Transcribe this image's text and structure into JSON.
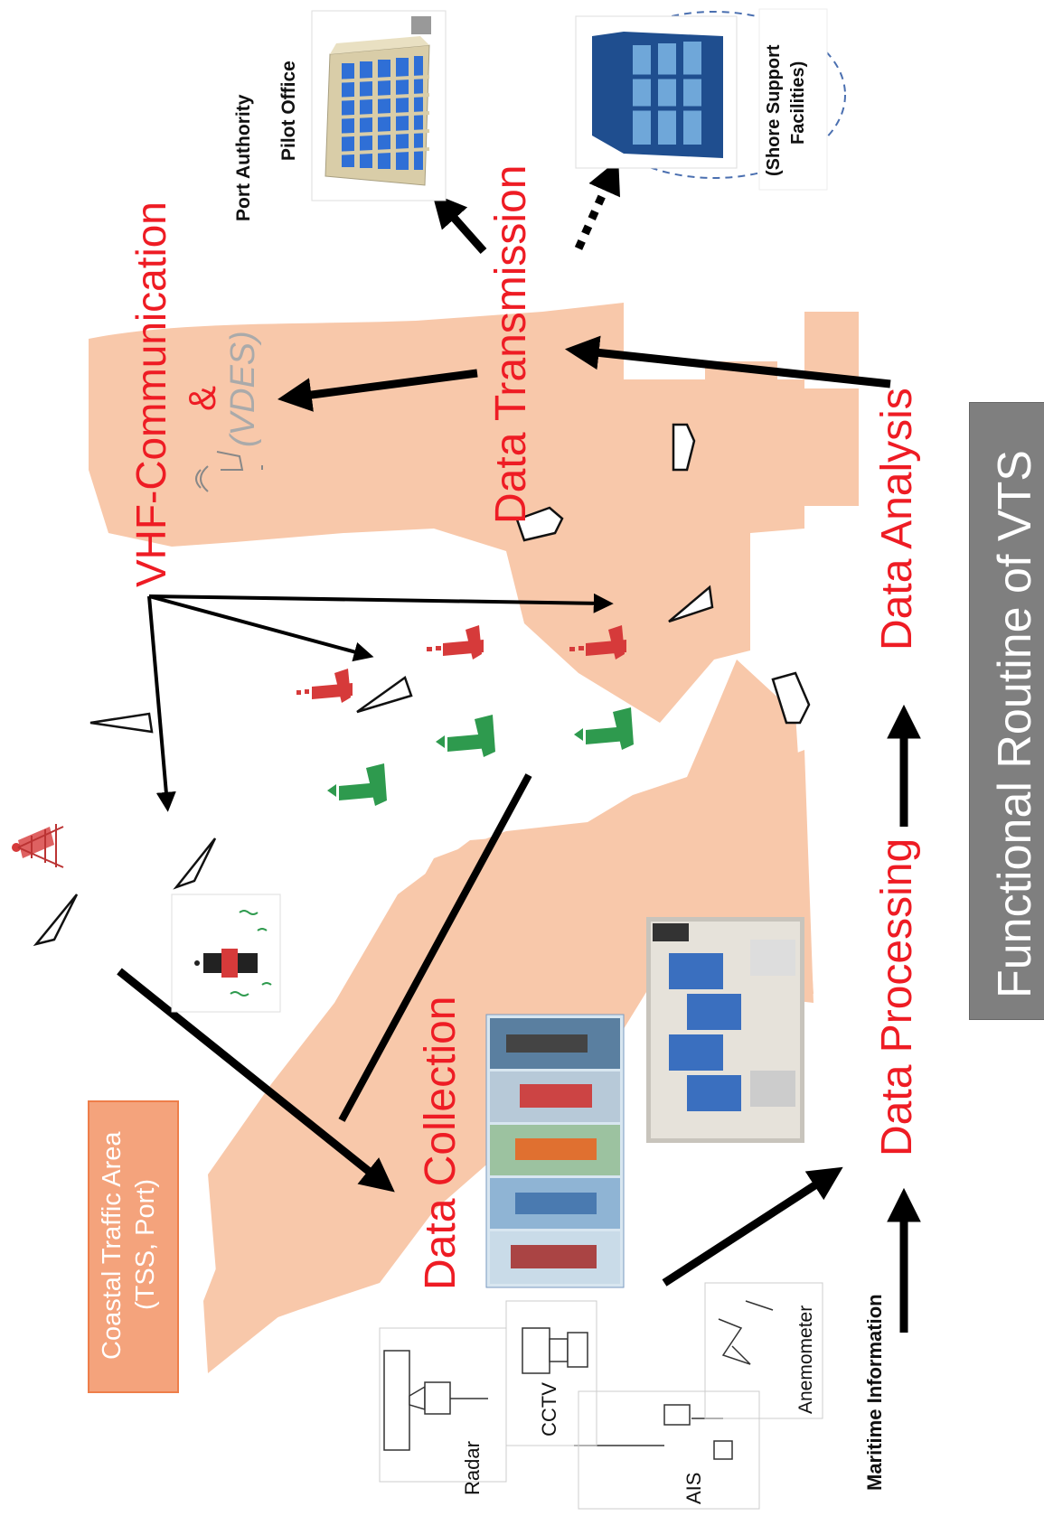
{
  "title": "Functional Routine of VTS",
  "stages": {
    "collection": "Data Collection",
    "processing": "Data Processing",
    "analysis": "Data Analysis",
    "transmission": "Data Transmission",
    "vhf": "VHF-Communication",
    "amp": "&",
    "vdes": "(VDES)"
  },
  "area_box": {
    "line1": "Coastal Traffic Area",
    "line2": "(TSS, Port)"
  },
  "recipients": {
    "port_authority": "Port Authority",
    "pilot_office": "Pilot Office",
    "shore_line1": "(Shore Support",
    "shore_line2": "Facilities)"
  },
  "sensors": {
    "radar": "Radar",
    "cctv": "CCTV",
    "ais": "AIS",
    "anemometer": "Anemometer"
  },
  "maritime_info": "Maritime Information",
  "colors": {
    "land": "#f8c8aa",
    "stage_text": "#ee1c24",
    "buoy_red": "#d63a3a",
    "buoy_green": "#2e9a4e",
    "title_bg": "#7f7f7f",
    "box_fill": "#f4a37c"
  }
}
